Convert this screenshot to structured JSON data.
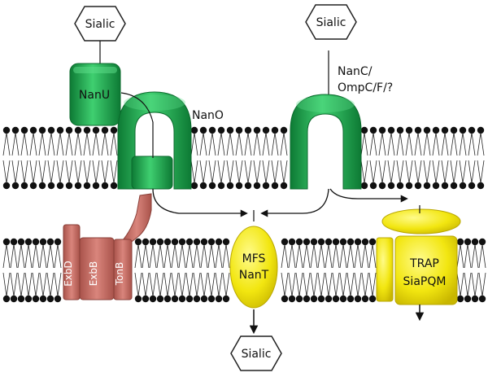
{
  "colors": {
    "nan_green": "#1fa64f",
    "nan_green_light": "#35c466",
    "nan_green_dark": "#0d7a34",
    "ton_red": "#c8685f",
    "ton_red_dark": "#9a4a42",
    "transporter_yellow": "#f4ec14",
    "transporter_yellow_dark": "#c9b800",
    "lipid_head": "#111111",
    "arrow": "#111111"
  },
  "labels": {
    "sialic_top_left": "Sialic",
    "sialic_top_right": "Sialic",
    "sialic_bottom": "Sialic",
    "nanu": "NanU",
    "nano": "NanO",
    "nanc_line1": "NanC/",
    "nanc_line2": "OmpC/F/?",
    "exbd": "ExbD",
    "exbb": "ExbB",
    "tonb": "TonB",
    "mfs_line1": "MFS",
    "mfs_line2": "NanT",
    "trap_line1": "TRAP",
    "trap_line2": "SiaPQM"
  }
}
